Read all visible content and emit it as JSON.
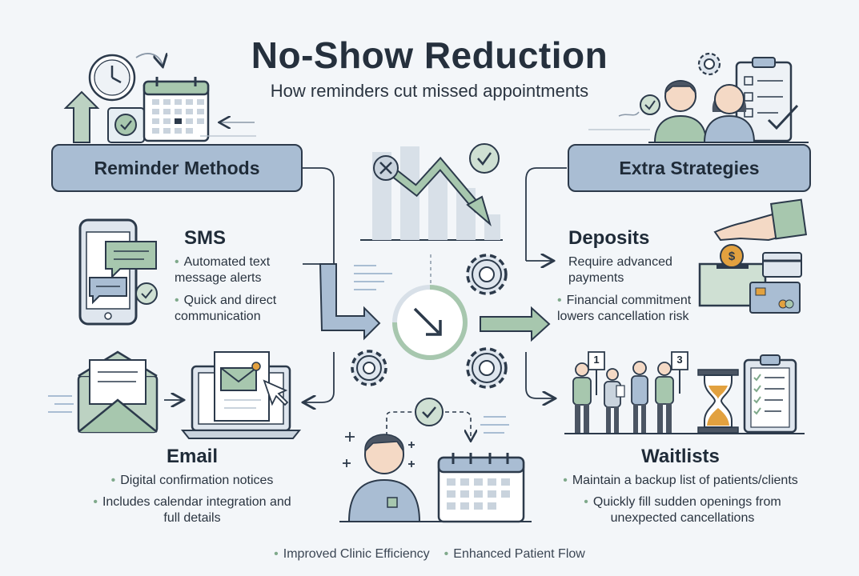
{
  "title": "No-Show Reduction",
  "subtitle": "How reminders cut missed appointments",
  "reminder_methods": {
    "label": "Reminder Methods",
    "sms": {
      "title": "SMS",
      "points": [
        "Automated text message alerts",
        "Quick and direct communication"
      ]
    },
    "email": {
      "title": "Email",
      "points": [
        "Digital confirmation notices",
        "Includes calendar integration and full details"
      ]
    }
  },
  "extra_strategies": {
    "label": "Extra Strategies",
    "deposits": {
      "title": "Deposits",
      "points": [
        "Require advanced payments",
        "Financial commitment lowers cancellation risk"
      ]
    },
    "waitlists": {
      "title": "Waitlists",
      "points": [
        "Maintain a backup list of patients/clients",
        "Quickly fill sudden openings from unexpected cancellations"
      ]
    },
    "queue_numbers": [
      "1",
      "3"
    ]
  },
  "footer": [
    "Improved Clinic Efficiency",
    "Enhanced Patient Flow"
  ],
  "colors": {
    "accent_green": "#7fa98b",
    "pill_blue": "#a9bdd3",
    "outline": "#2c3a4b",
    "coin": "#e2a13f"
  }
}
